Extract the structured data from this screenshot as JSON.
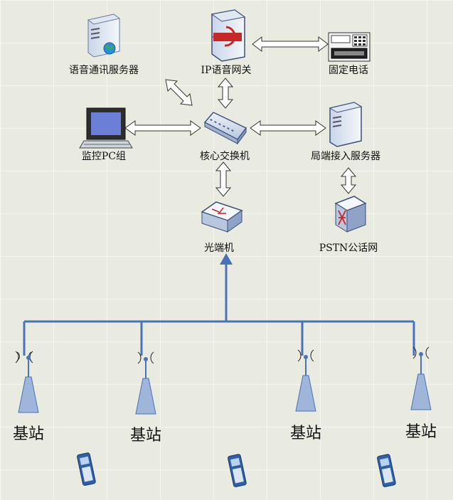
{
  "nodes": {
    "voice_server": "语音通讯服务器",
    "ip_gateway": "IP语音网关",
    "fixed_phone": "固定电话",
    "monitor_pc": "监控PC组",
    "core_switch": "核心交换机",
    "access_server": "局端接入服务器",
    "optical_terminal": "光端机",
    "pstn": "PSTN公话网"
  },
  "base_stations": [
    "基站",
    "基站",
    "基站",
    "基站"
  ],
  "colors": {
    "line_blue": "#4a72b8",
    "arrow_fill": "#ffffff",
    "arrow_stroke": "#333333",
    "background": "#e9ebe0"
  }
}
